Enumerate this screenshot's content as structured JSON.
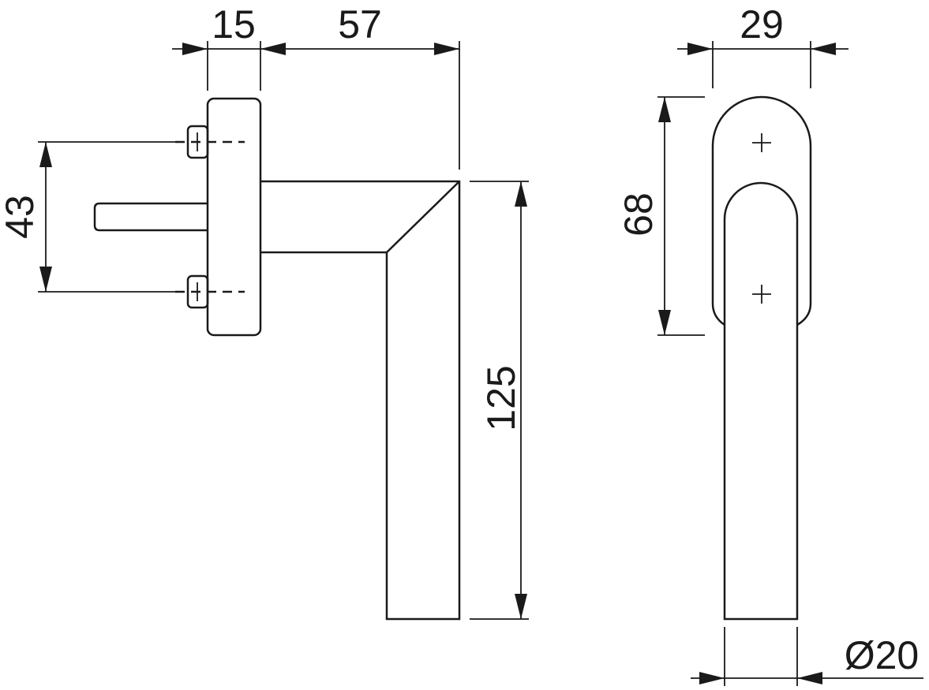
{
  "drawing": {
    "title": "Window handle dimension drawing",
    "side_view": {
      "dim_rosette_depth": "15",
      "dim_projection": "57",
      "dim_screw_spacing": "43",
      "dim_handle_length": "125"
    },
    "front_view": {
      "dim_rosette_width": "29",
      "dim_rosette_height": "68",
      "dim_grip_diameter": "Ø20"
    },
    "colors": {
      "line": "#1a1a1a",
      "background": "#ffffff"
    }
  }
}
